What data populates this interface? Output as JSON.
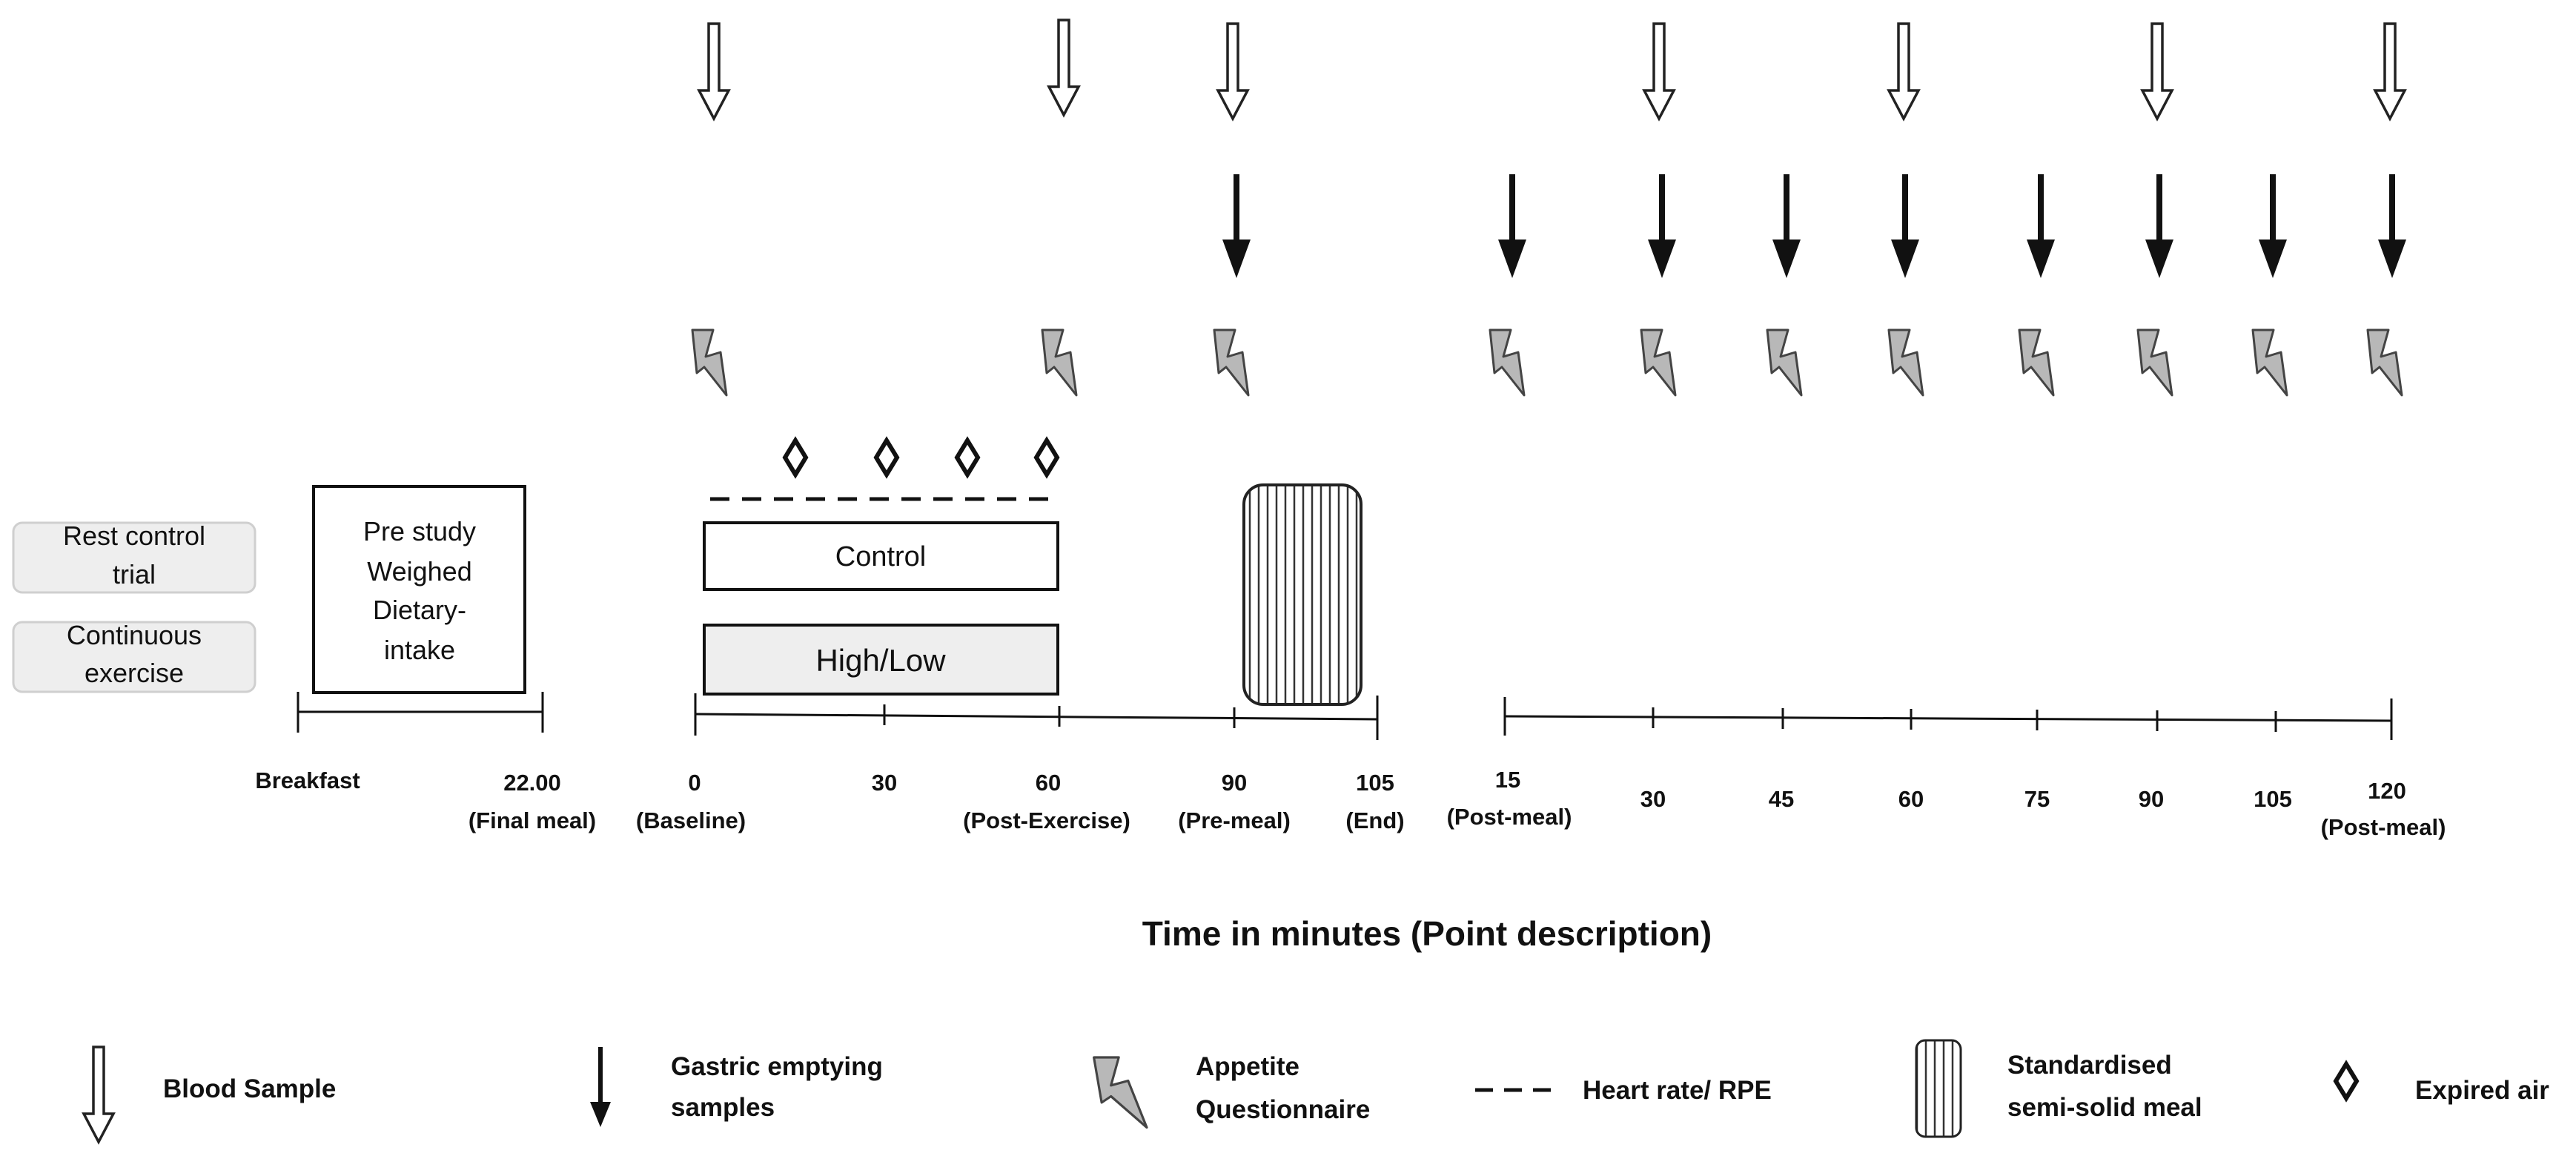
{
  "trial_labels": {
    "rest_line1": "Rest control",
    "rest_line2": "trial",
    "cont_line1": "Continuous",
    "cont_line2": "exercise"
  },
  "prestudy": {
    "line1": "Pre study",
    "line2": "Weighed",
    "line3": "Dietary-",
    "line4": "intake"
  },
  "bars": {
    "control": "Control",
    "highlow": "High/Low"
  },
  "ticks": {
    "breakfast": "Breakfast",
    "t2200": "22.00",
    "final_meal": "(Final meal)",
    "t0": "0",
    "baseline": "(Baseline)",
    "t30": "30",
    "t60": "60",
    "post_exercise": "(Post-Exercise)",
    "t90": "90",
    "pre_meal": "(Pre-meal)",
    "t105": "105",
    "end": "(End)",
    "t15": "15",
    "post_meal_1": "(Post-meal)",
    "p30": "30",
    "p45": "45",
    "p60": "60",
    "p75": "75",
    "p90": "90",
    "p105": "105",
    "p120": "120",
    "post_meal_2": "(Post-meal)"
  },
  "axis_title": "Time in minutes (Point description)",
  "legend": {
    "blood": "Blood Sample",
    "gastric_1": "Gastric emptying",
    "gastric_2": "samples",
    "appetite_1": "Appetite",
    "appetite_2": "Questionnaire",
    "heart": "Heart rate/ RPE",
    "meal_1": "Standardised",
    "meal_2": "semi-solid meal",
    "expired": "Expired air"
  }
}
